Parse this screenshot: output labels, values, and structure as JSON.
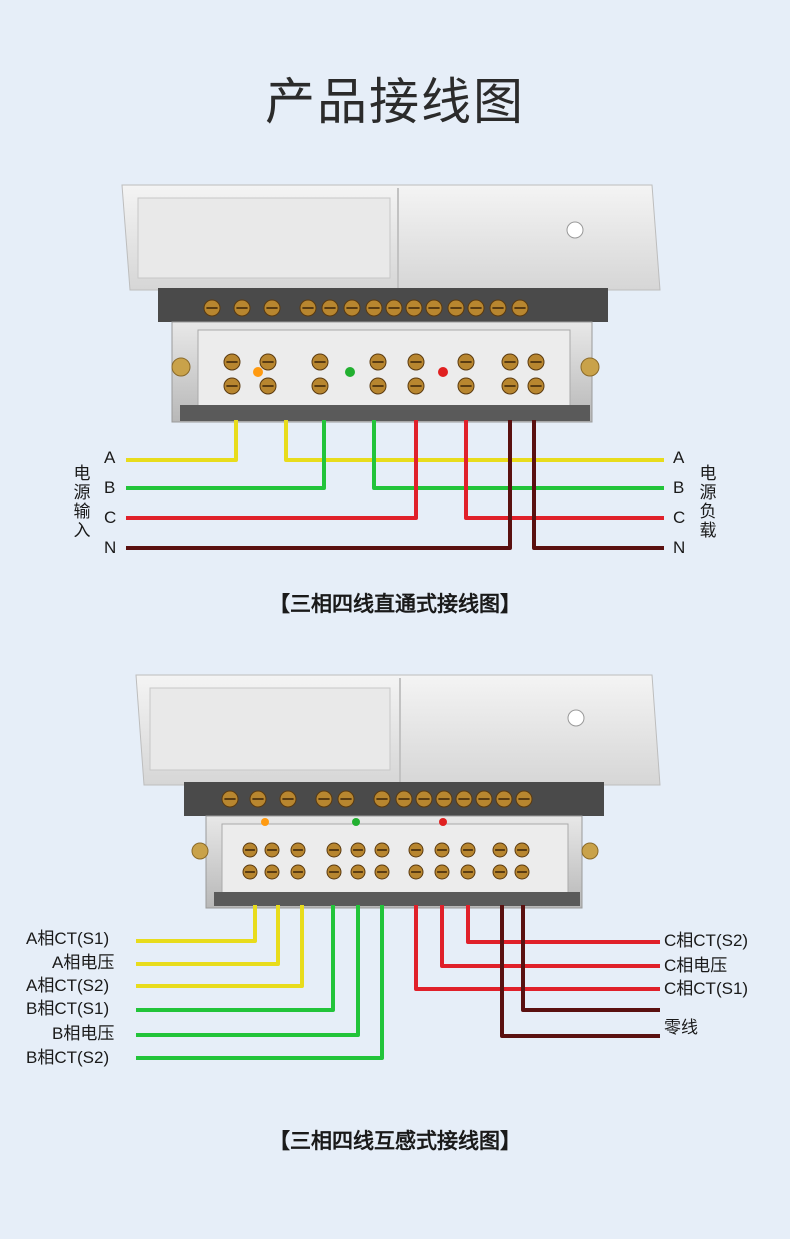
{
  "title": "产品接线图",
  "diagram1": {
    "caption": "【三相四线直通式接线图】",
    "left_group_label": "电源输入",
    "right_group_label": "电源负载",
    "left_labels": [
      "A",
      "B",
      "C",
      "N"
    ],
    "right_labels": [
      "A",
      "B",
      "C",
      "N"
    ]
  },
  "diagram2": {
    "caption": "【三相四线互感式接线图】",
    "left_labels": [
      "A相CT(S1)",
      "A相电压",
      "A相CT(S2)",
      "B相CT(S1)",
      "B相电压",
      "B相CT(S2)"
    ],
    "right_labels": [
      "C相CT(S2)",
      "C相电压",
      "C相CT(S1)",
      "零线"
    ]
  },
  "colors": {
    "phase_a": "#e8dc1c",
    "phase_b": "#22c43a",
    "phase_c": "#e0202a",
    "neutral": "#5a1010",
    "background": "#e6eef8"
  }
}
